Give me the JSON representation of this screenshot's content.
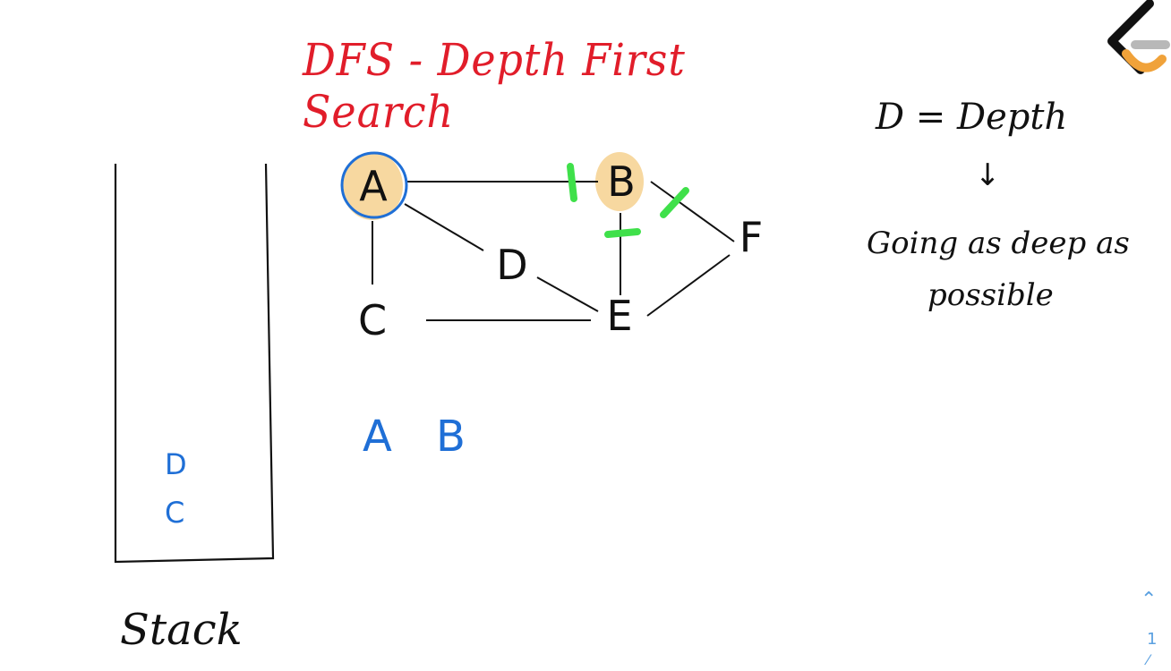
{
  "title": "DFS - Depth First Search",
  "notes": {
    "depth": "D = Depth",
    "arrow": "↓",
    "going": "Going as deep as",
    "possible": "possible"
  },
  "graph": {
    "nodes": [
      "A",
      "B",
      "C",
      "D",
      "E",
      "F"
    ],
    "edges": [
      [
        "A",
        "B"
      ],
      [
        "A",
        "D"
      ],
      [
        "A",
        "C"
      ],
      [
        "B",
        "F"
      ],
      [
        "B",
        "E"
      ],
      [
        "D",
        "E"
      ],
      [
        "C",
        "E"
      ],
      [
        "E",
        "F"
      ]
    ],
    "highlighted": [
      "A",
      "B"
    ],
    "circled": "A",
    "colors": {
      "line": "#111111",
      "highlight": "#f7d8a0",
      "circle": "#1f6fd6",
      "strike": "#3fe04a"
    }
  },
  "stack": {
    "label": "Stack",
    "items": [
      "D",
      "C"
    ]
  },
  "visited": [
    "A",
    "B"
  ],
  "pager": {
    "up_icon": "chevron-up-icon",
    "page": "1"
  }
}
